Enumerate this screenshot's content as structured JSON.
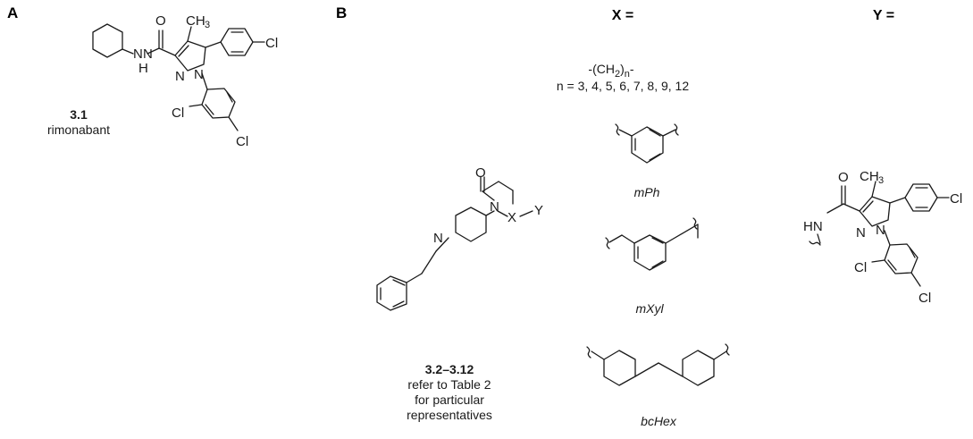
{
  "panels": {
    "a": "A",
    "b": "B"
  },
  "headers": {
    "x": "X =",
    "y": "Y ="
  },
  "compound_a": {
    "number": "3.1",
    "name": "rimonabant"
  },
  "compound_b": {
    "range": "3.2–3.12",
    "note": [
      "refer to Table 2",
      "for particular",
      "representatives"
    ]
  },
  "linkers": {
    "alkyl": {
      "formula_prefix": "-(CH",
      "formula_sub1": "2",
      "formula_mid": ")",
      "formula_sub2": "n",
      "formula_suffix": "-",
      "n_values": "n = 3, 4, 5, 6, 7, 8, 9, 12"
    },
    "mph": "mPh",
    "mxyl": "mXyl",
    "bchex": "bcHex"
  },
  "atoms": {
    "n": "N",
    "nh": "NH",
    "hn": "HN",
    "h": "H",
    "o": "O",
    "cl": "Cl",
    "ch3": "CH",
    "three": "3",
    "x": "X",
    "y": "Y"
  },
  "colors": {
    "ink": "#1a1a1a",
    "background": "#ffffff"
  }
}
